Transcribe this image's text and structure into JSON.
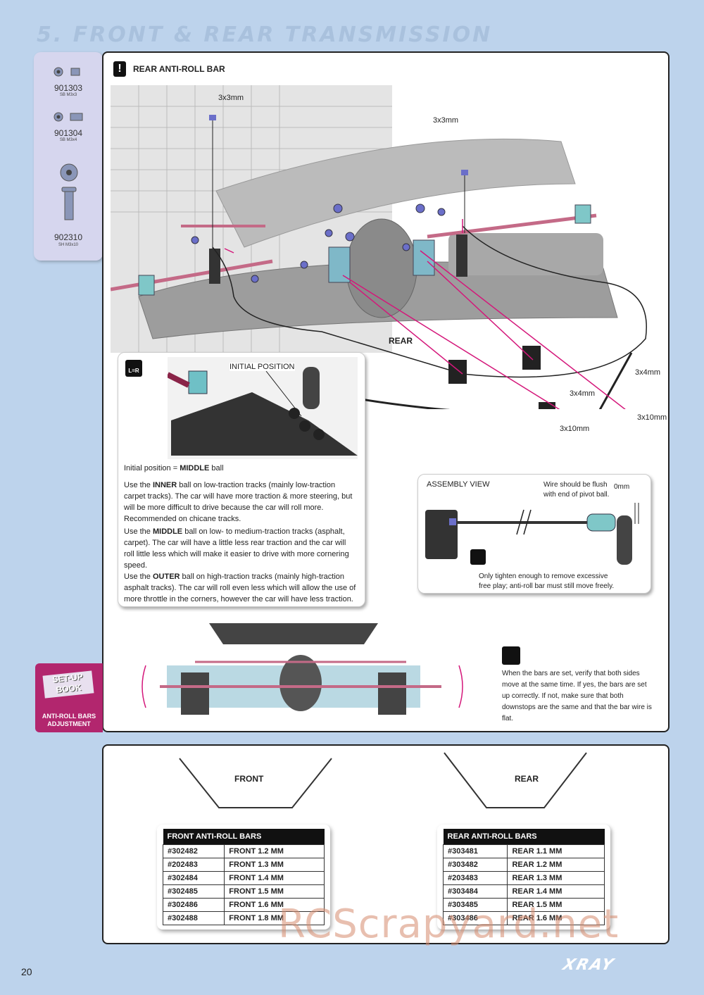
{
  "page": {
    "title": "5. FRONT & REAR TRANSMISSION",
    "number": "20",
    "brand": "XRAY",
    "watermark": "RCScrapyard.net"
  },
  "parts": [
    {
      "code": "901303",
      "desc": "SB M3x3"
    },
    {
      "code": "901304",
      "desc": "SB M3x4"
    },
    {
      "code": "902310",
      "desc": "SH M3x10"
    }
  ],
  "main": {
    "heading_icon": "!",
    "heading": "REAR ANTI-ROLL BAR",
    "callouts": {
      "a": "3x3mm",
      "b": "3x3mm",
      "c": "3x4mm",
      "d": "3x4mm",
      "e": "3x10mm",
      "f": "3x10mm",
      "rear": "REAR"
    },
    "initial": {
      "badge": "L=R",
      "label": "INITIAL POSITION",
      "line1_a": "Initial position = ",
      "line1_b": "MIDDLE",
      "line1_c": " ball",
      "p1_a": "Use the ",
      "p1_b": "INNER",
      "p1_c": " ball on low-traction tracks (mainly low-traction carpet tracks). The car will have more traction & more steering, but will be more difficult to drive because the car will roll more. Recommended on chicane tracks.",
      "p2_a": "Use the ",
      "p2_b": "MIDDLE",
      "p2_c": " ball on low- to medium-traction tracks (asphalt, carpet). The car will have a little less rear traction and the car will roll little less which will make it easier to drive with more cornering speed.",
      "p3_a": "Use the ",
      "p3_b": "OUTER",
      "p3_c": " ball on high-traction tracks (mainly high-traction asphalt tracks). The car will roll even less which will allow the use of more throttle in the corners, however the car will have less traction."
    },
    "assembly": {
      "label": "ASSEMBLY VIEW",
      "flush": "Wire should be flush with end of pivot ball.",
      "zero": "0mm",
      "tighten": "Only tighten enough to remove excessive free play; anti-roll bar must still move freely."
    },
    "check": "When the bars are set, verify that both sides move at the same time. If yes, the bars are set up correctly. If not, make sure that both downstops are the same and that the bar wire is flat."
  },
  "setup": {
    "book": "SET-UP BOOK",
    "label": "ANTI-ROLL BARS ADJUSTMENT"
  },
  "lower": {
    "front_label": "FRONT",
    "rear_label": "REAR",
    "front_table": {
      "title": "FRONT ANTI-ROLL BARS",
      "rows": [
        {
          "code": "#302482",
          "name": "FRONT 1.2 MM"
        },
        {
          "code": "#202483",
          "name": "FRONT 1.3 MM"
        },
        {
          "code": "#302484",
          "name": "FRONT 1.4 MM"
        },
        {
          "code": "#302485",
          "name": "FRONT 1.5 MM"
        },
        {
          "code": "#302486",
          "name": "FRONT 1.6 MM"
        },
        {
          "code": "#302488",
          "name": "FRONT 1.8 MM"
        }
      ]
    },
    "rear_table": {
      "title": "REAR ANTI-ROLL BARS",
      "rows": [
        {
          "code": "#303481",
          "name": "REAR 1.1 MM"
        },
        {
          "code": "#303482",
          "name": "REAR 1.2 MM"
        },
        {
          "code": "#203483",
          "name": "REAR 1.3 MM"
        },
        {
          "code": "#303484",
          "name": "REAR 1.4 MM"
        },
        {
          "code": "#303485",
          "name": "REAR 1.5 MM"
        },
        {
          "code": "#303486",
          "name": "REAR 1.6 MM"
        }
      ]
    }
  }
}
